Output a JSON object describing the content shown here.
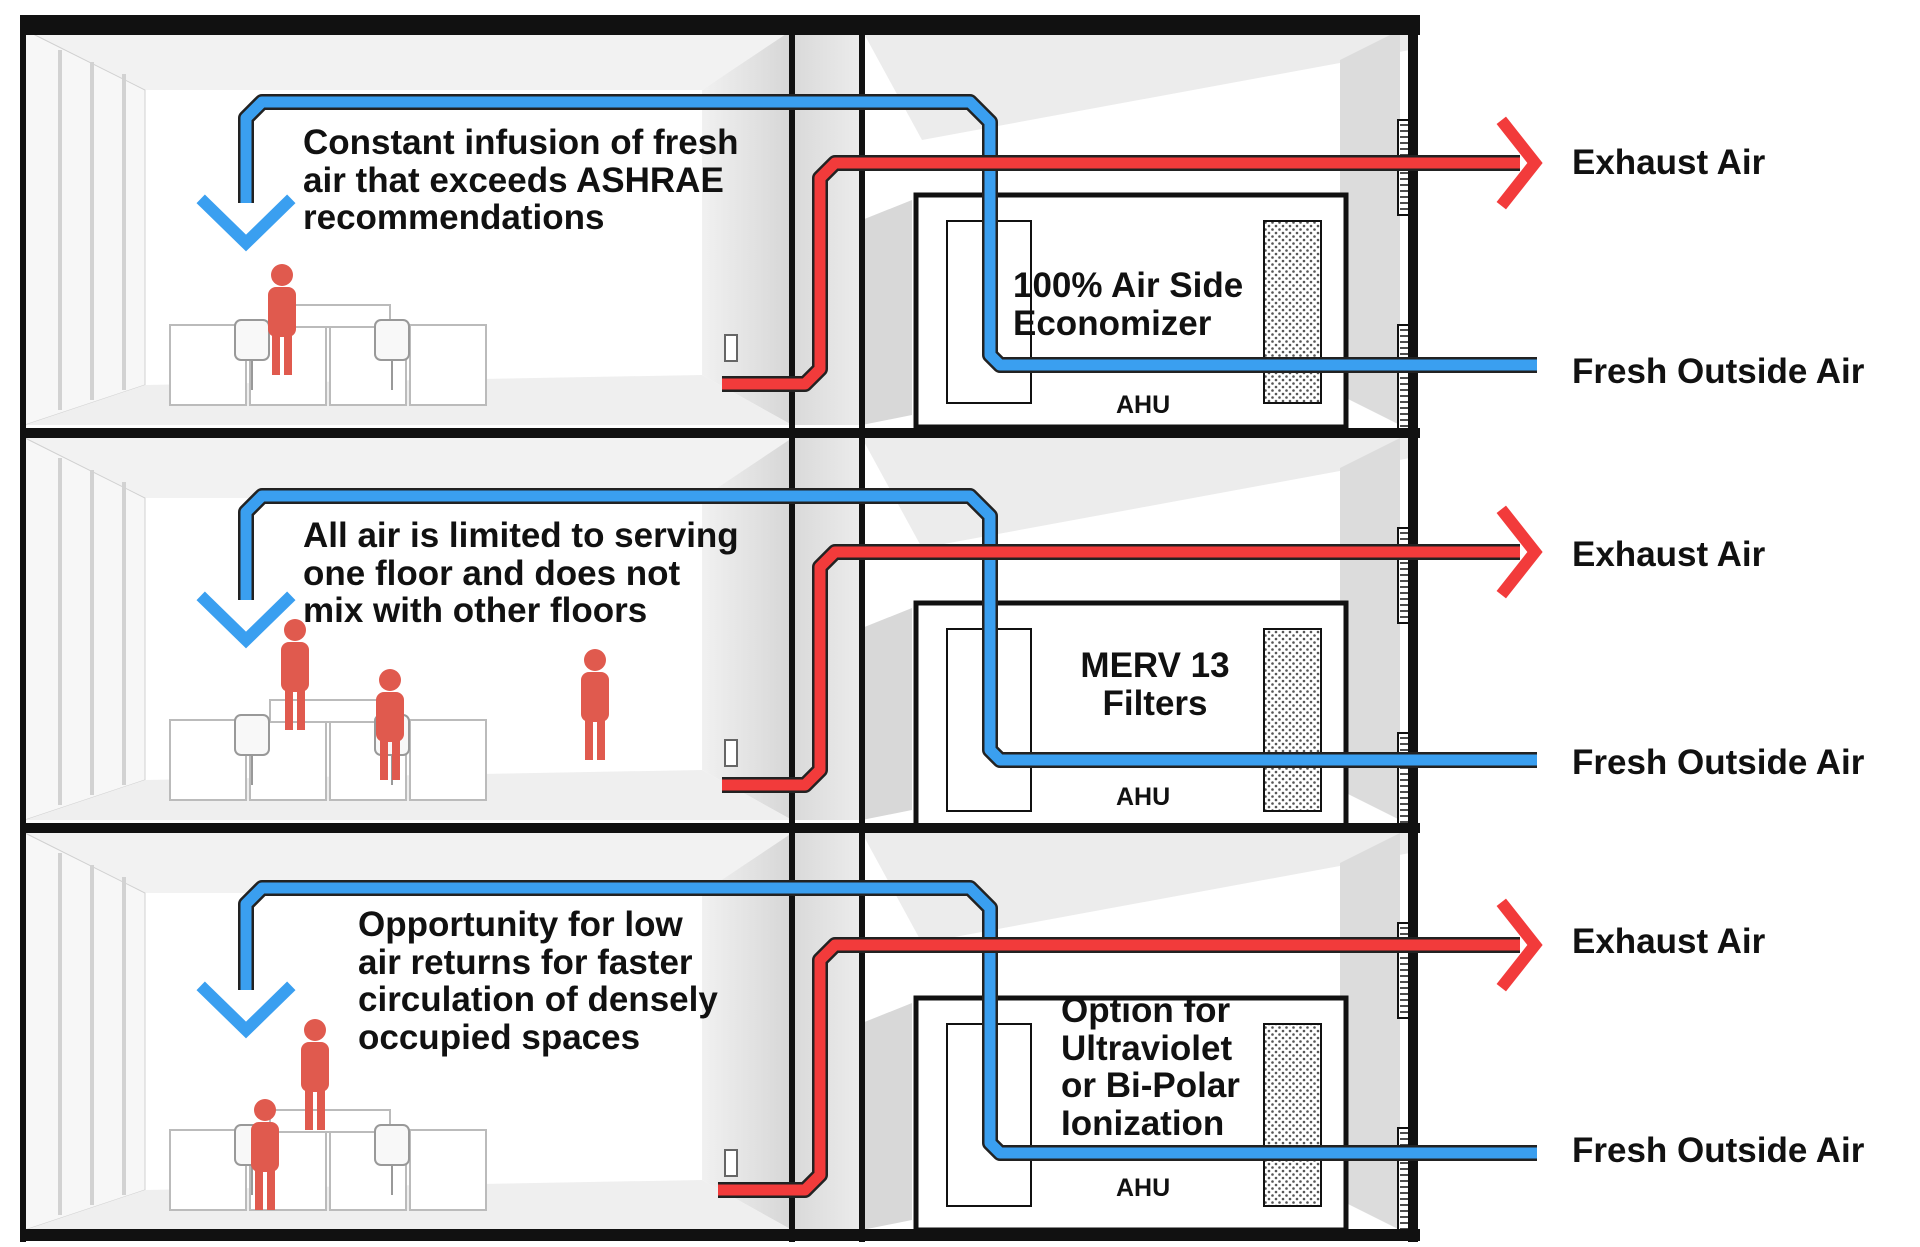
{
  "floors": [
    {
      "note": "Constant infusion of fresh\nair that exceeds ASHRAE\nrecommendations",
      "ahu_feature": "100% Air Side\nEconomizer",
      "ahu_label": "AHU",
      "exhaust_label": "Exhaust Air",
      "fresh_label": "Fresh Outside Air"
    },
    {
      "note": "All air is limited to serving\none floor and does not\nmix with other floors",
      "ahu_feature": "MERV 13\nFilters",
      "ahu_label": "AHU",
      "exhaust_label": "Exhaust Air",
      "fresh_label": "Fresh Outside Air"
    },
    {
      "note": "Opportunity for low\nair returns for faster\ncirculation of densely\noccupied spaces",
      "ahu_feature": "Option for\nUltraviolet\nor Bi-Polar\nIonization",
      "ahu_label": "AHU",
      "exhaust_label": "Exhaust Air",
      "fresh_label": "Fresh Outside Air"
    }
  ],
  "colors": {
    "supply_air": "#3a9ff0",
    "exhaust_air": "#f23b3b",
    "occupant": "#e05a4e",
    "structure": "#111111"
  }
}
